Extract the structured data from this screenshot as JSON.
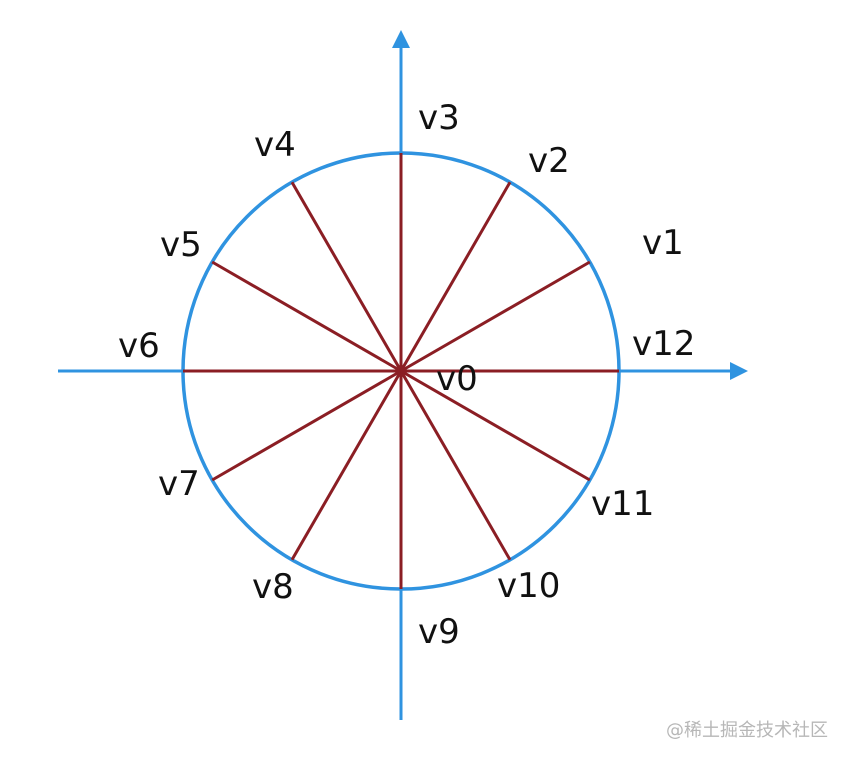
{
  "diagram": {
    "vertex_labels": [
      "v0",
      "v1",
      "v2",
      "v3",
      "v4",
      "v5",
      "v6",
      "v7",
      "v8",
      "v9",
      "v10",
      "v11",
      "v12"
    ],
    "segments": 12,
    "colors": {
      "axis": "#2f93e0",
      "circle": "#2f93e0",
      "spoke": "#8b1e24",
      "text": "#111111"
    }
  },
  "watermark": "@稀土掘金技术社区"
}
